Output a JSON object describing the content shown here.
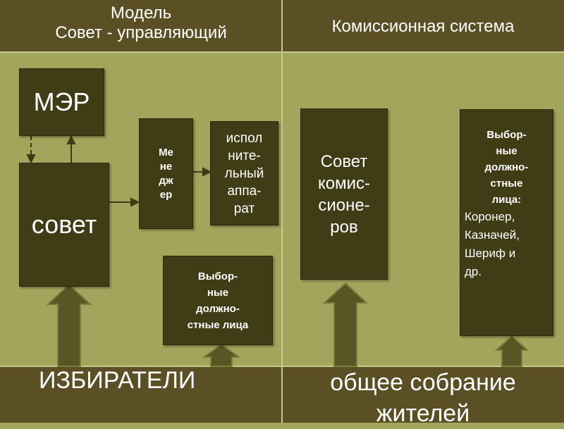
{
  "header": {
    "left_line1": "Модель",
    "left_line2": "Совет - управляющий",
    "right_title": "Комиссионная  система"
  },
  "left": {
    "mayor": "МЭР",
    "council": "совет",
    "manager": "Ме\nне\nдж\nер",
    "apparatus": "испол\nните-\nльный\nаппа-\nрат",
    "elected": "Выбор-\nные\nдолжно-\nстные лица"
  },
  "right": {
    "commission": "Совет\nкомис-\nсионе-\nров",
    "elected_title": "Выбор-\nные\nдолжно-\nстные\nлица:",
    "elected_list": "Коронер,\nКазначей,\nШериф и\nдр."
  },
  "footer": {
    "left": "ИЗБИРАТЕЛИ",
    "right": "общее собрание\nжителей"
  },
  "colors": {
    "band": "#5a4f25",
    "box": "#3f3c16",
    "field": "#a3a55d"
  }
}
